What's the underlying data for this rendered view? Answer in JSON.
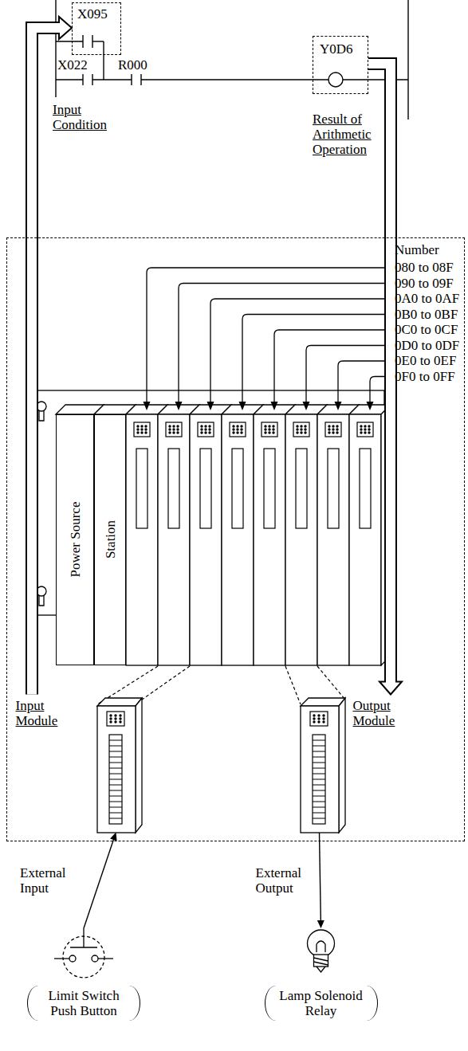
{
  "diagram": {
    "nodes": [
      {
        "text": [
          "X095"
        ]
      },
      {
        "text": [
          "Y0D6"
        ]
      },
      {
        "text": [
          "Number"
        ]
      },
      {
        "text": [
          "Power Source"
        ],
        "in": 2
      },
      {
        "text": [
          "Station"
        ],
        "in": 2
      },
      {
        "text": [
          "Input Module"
        ],
        "in": 2
      },
      {
        "text": [
          "Output Module"
        ],
        "in": 2
      },
      {
        "text": [
          "Limit Switch Push Button"
        ]
      },
      {
        "text": [
          "Lamp Solenoid Relay"
        ]
      }
    ],
    "edges": [
      {
        "from": 2,
        "to": 0,
        "arrow": "to"
      },
      {
        "from": 1,
        "to": 2,
        "arrow": "to"
      },
      {
        "from": 7,
        "to": 5,
        "label": "External Input",
        "arrow": "to"
      },
      {
        "from": 6,
        "to": 8,
        "label": "External Output",
        "arrow": "to"
      }
    ],
    "labels": [
      "X022",
      "R000",
      "Input Condition",
      "Result of Arithmetic Operation",
      "080 to 08F",
      "090 to 09F",
      "0A0 to 0AF",
      "0B0 to 0BF",
      "0C0 to 0CF",
      "0D0 to 0DF",
      "0E0 to 0EF",
      "0F0 to 0FF"
    ]
  }
}
